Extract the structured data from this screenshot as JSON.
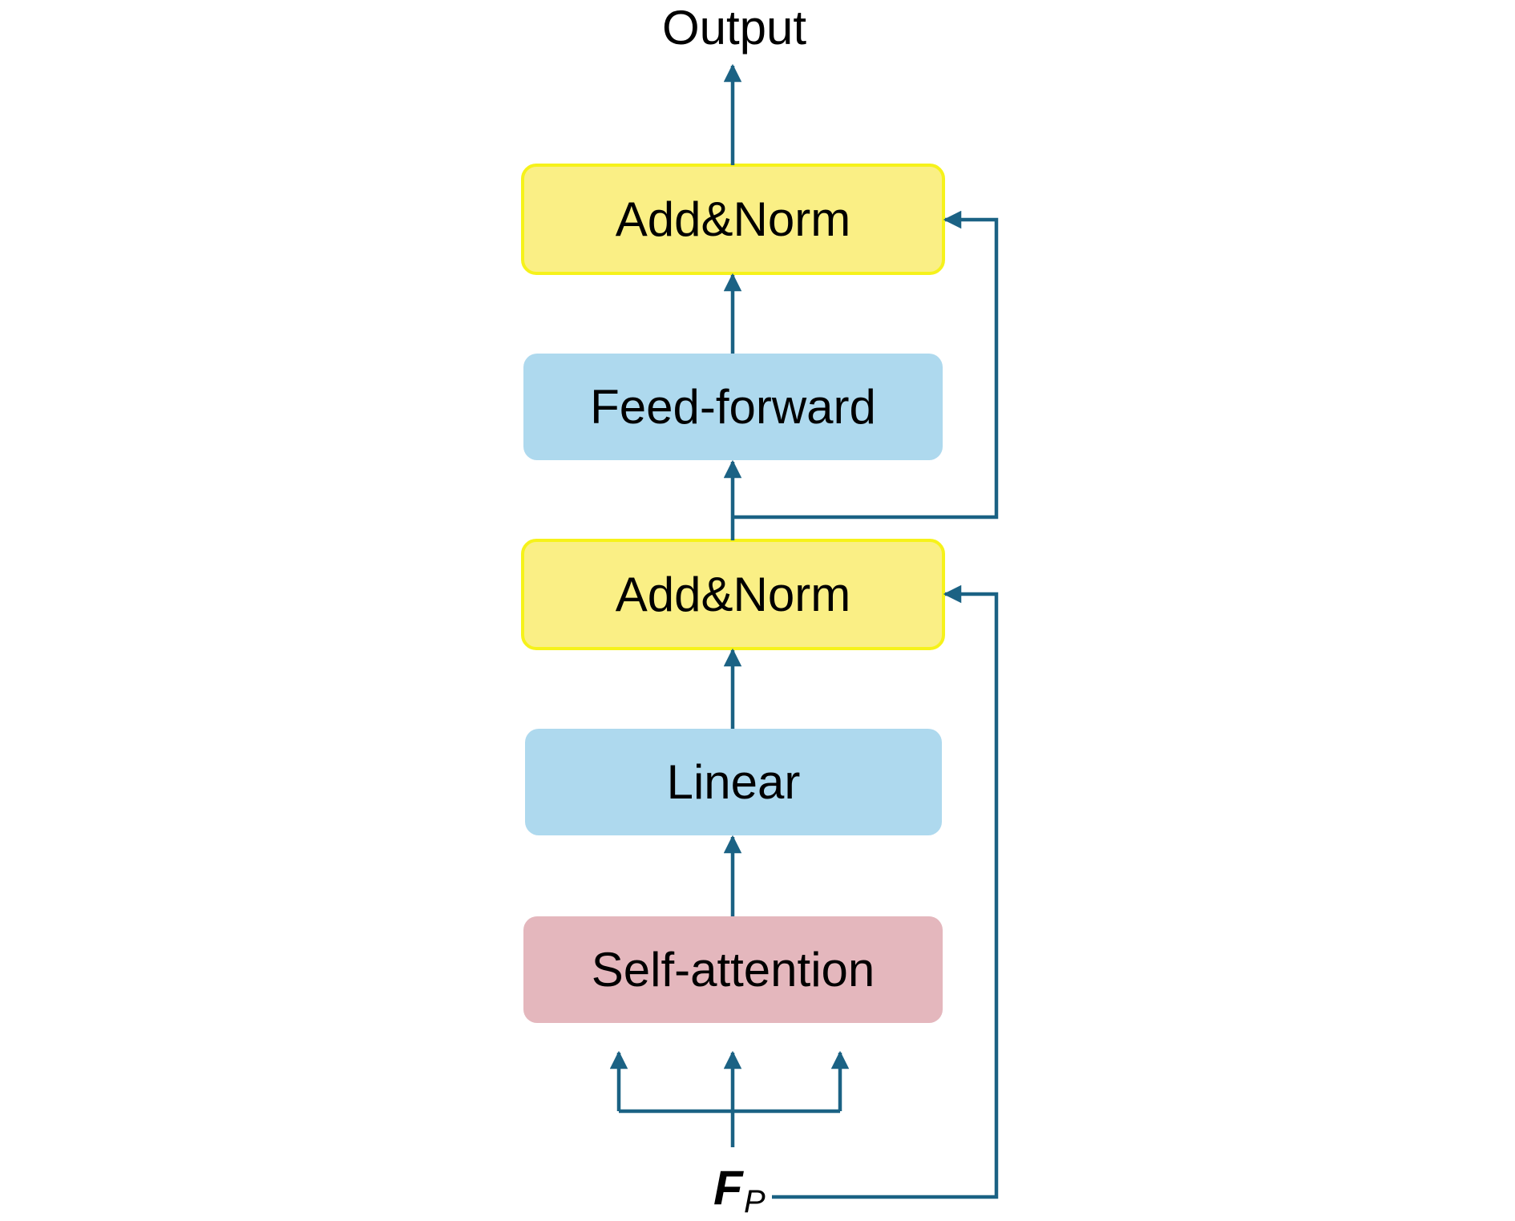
{
  "colors": {
    "arrow": "#1b6284",
    "add_norm_fill": "#faef85",
    "add_norm_stroke": "#f6f21a",
    "blue_block_fill": "#aed9ee",
    "self_attention_fill": "#e4b7bd"
  },
  "output_label": "Output",
  "input": {
    "symbol": "F",
    "subscript": "P"
  },
  "blocks": {
    "add_norm_top": "Add&Norm",
    "feed_forward": "Feed-forward",
    "add_norm_bottom": "Add&Norm",
    "linear": "Linear",
    "self_attention": "Self-attention"
  }
}
